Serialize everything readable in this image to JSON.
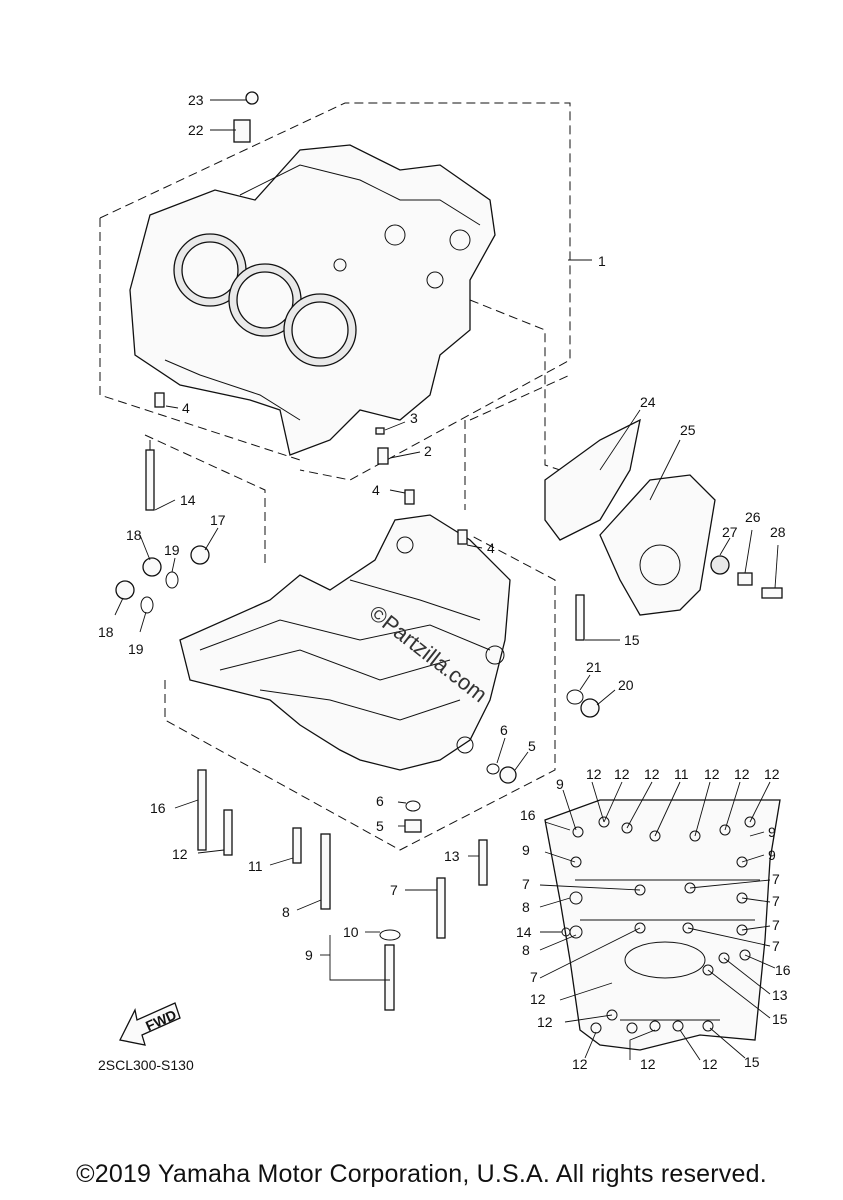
{
  "watermark": "©Partzilla.com",
  "drawing_code": "2SCL300-S130",
  "fwd_label": "FWD",
  "copyright": "©2019 Yamaha Motor Corporation, U.S.A. All rights reserved.",
  "callouts": [
    "23",
    "22",
    "1",
    "4",
    "3",
    "2",
    "24",
    "25",
    "4",
    "4",
    "14",
    "18",
    "17",
    "19",
    "18",
    "19",
    "27",
    "26",
    "28",
    "15",
    "21",
    "20",
    "6",
    "5",
    "16",
    "6",
    "5",
    "12",
    "11",
    "8",
    "13",
    "7",
    "10",
    "9",
    "9",
    "12",
    "12",
    "12",
    "11",
    "12",
    "12",
    "12",
    "16",
    "9",
    "9",
    "9",
    "7",
    "7",
    "8",
    "7",
    "14",
    "8",
    "7",
    "7",
    "7",
    "16",
    "13",
    "12",
    "15",
    "12",
    "12",
    "12",
    "12",
    "15"
  ]
}
